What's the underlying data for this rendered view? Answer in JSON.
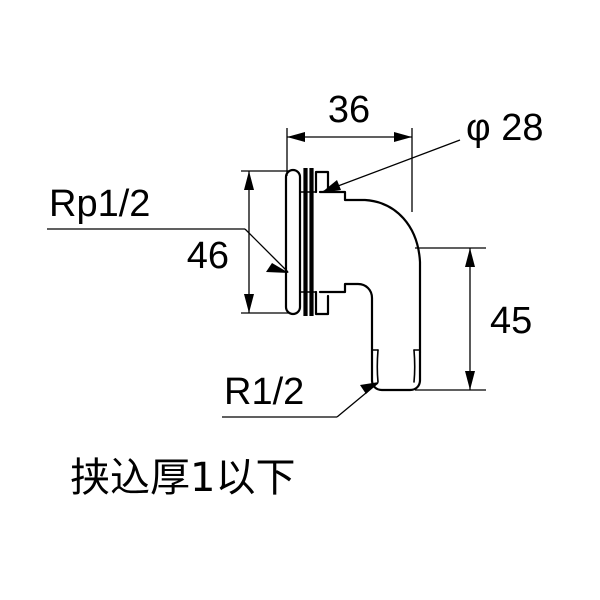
{
  "drawing": {
    "title": "Elbow pipe fitting dimensional drawing",
    "background_color": "#ffffff",
    "line_color": "#000000",
    "dimensions": {
      "width_36": "36",
      "height_46": "46",
      "height_45": "45",
      "diameter_28": "φ 28"
    },
    "thread_labels": {
      "female_thread": "Rp1/2",
      "male_thread": "R1/2"
    },
    "note": "挟込厚1以下",
    "icons": {
      "arrow_left": "arrow-left-icon",
      "arrow_right": "arrow-right-icon",
      "arrow_up": "arrow-up-icon",
      "arrow_down": "arrow-down-icon",
      "leader_arrow": "leader-arrow-icon"
    }
  }
}
